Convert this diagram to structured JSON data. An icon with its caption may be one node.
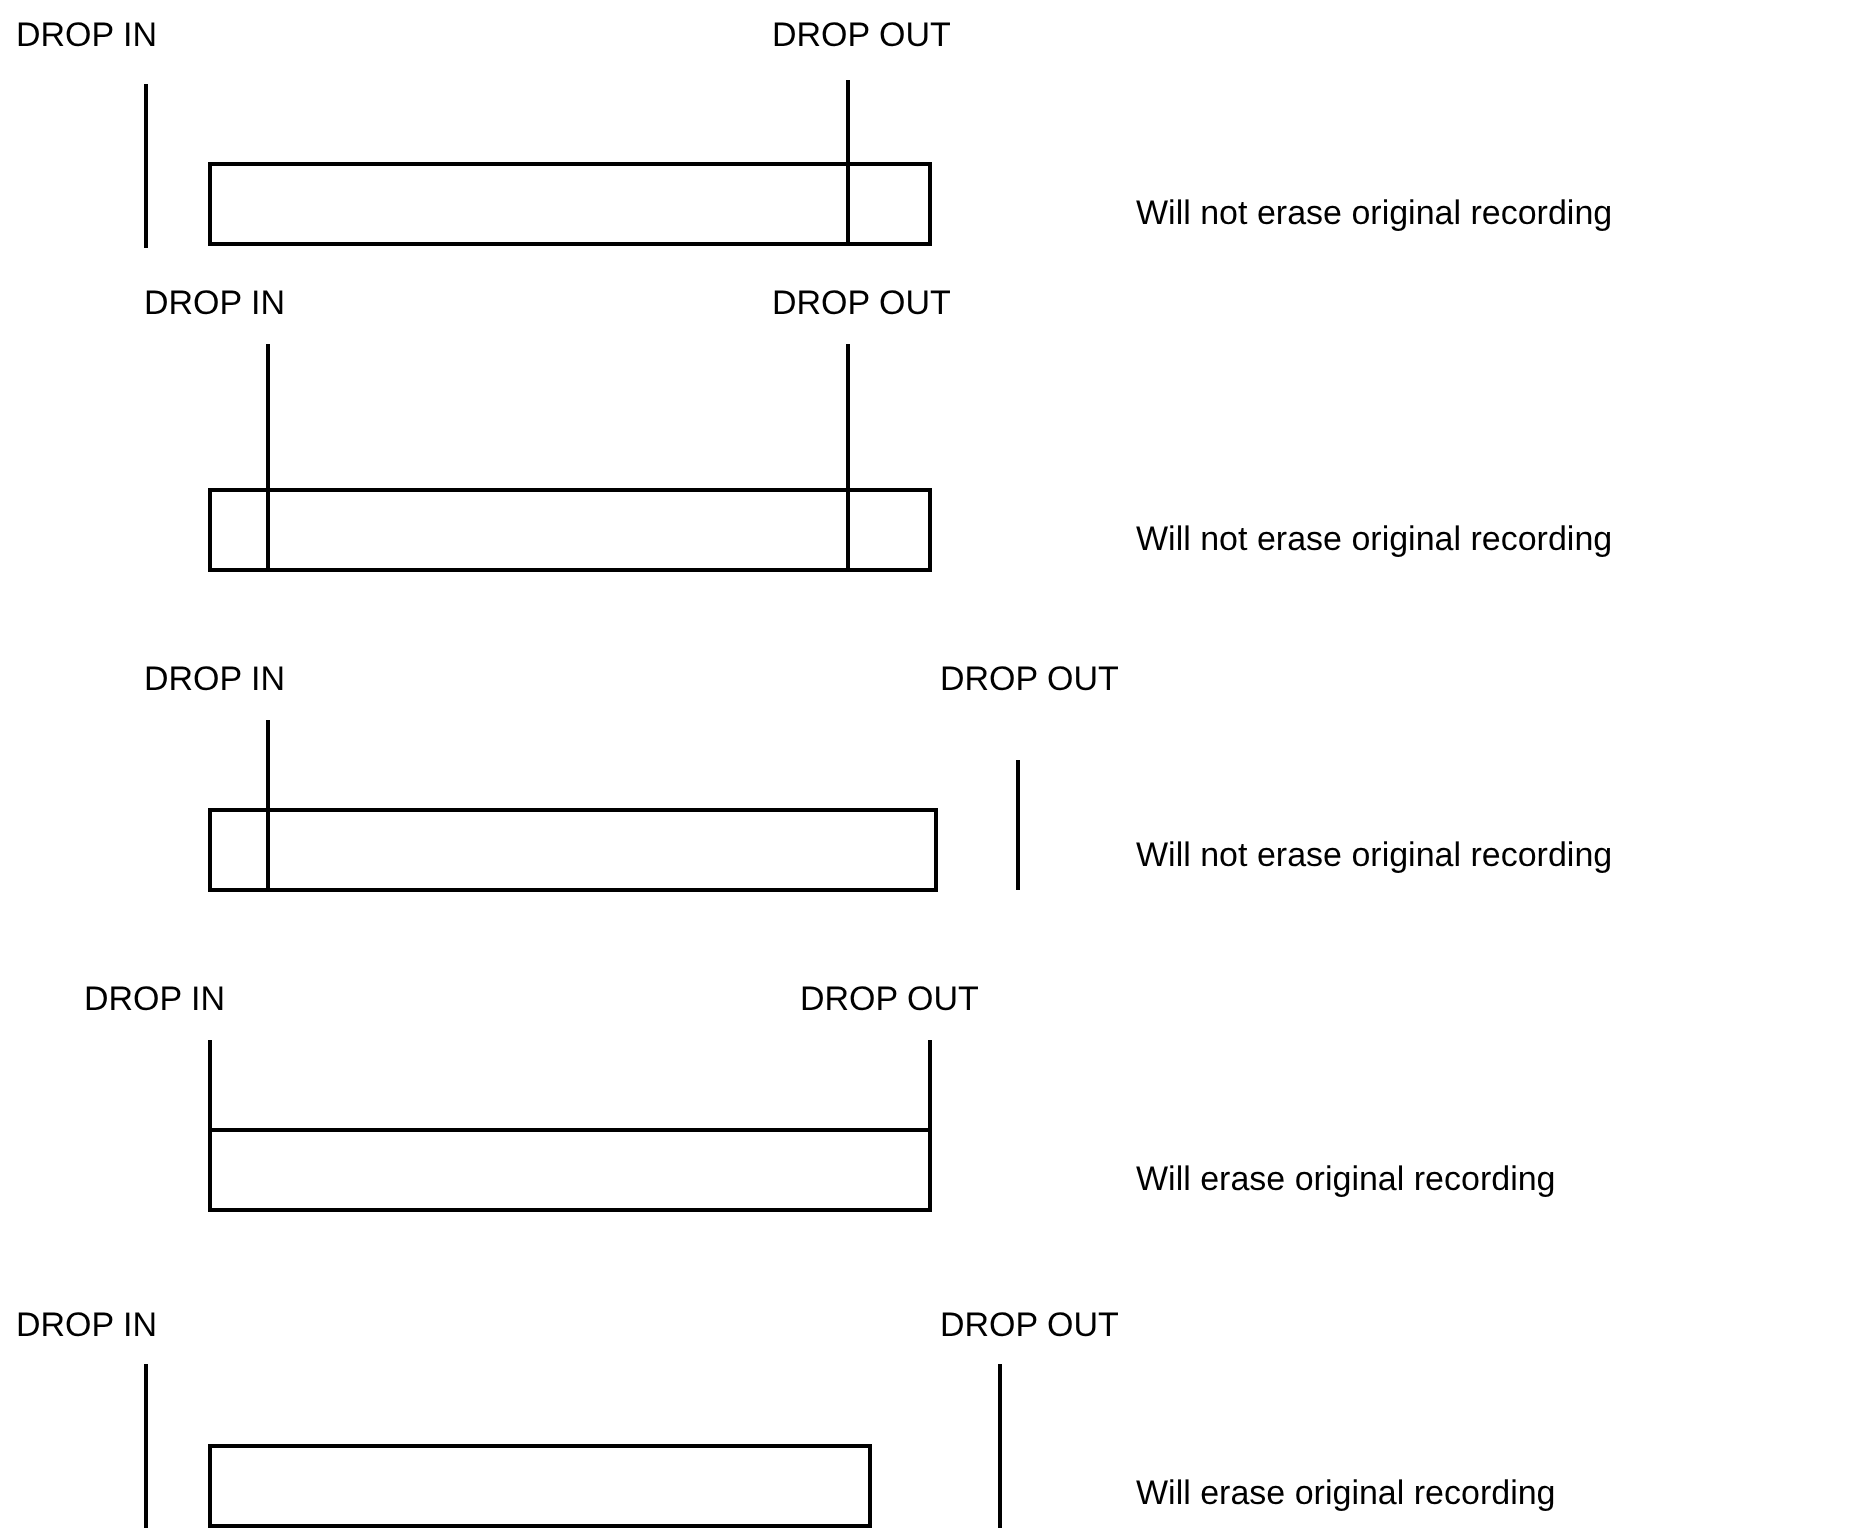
{
  "diagram": {
    "labels": [
      "DROP IN",
      "DROP OUT",
      "Will not erase original recording",
      "DROP IN",
      "DROP OUT",
      "Will not erase original recording",
      "DROP IN",
      "DROP OUT",
      "Will not erase original recording",
      "DROP IN",
      "DROP OUT",
      "Will erase original recording",
      "DROP IN",
      "DROP OUT",
      "Will erase original recording"
    ]
  }
}
